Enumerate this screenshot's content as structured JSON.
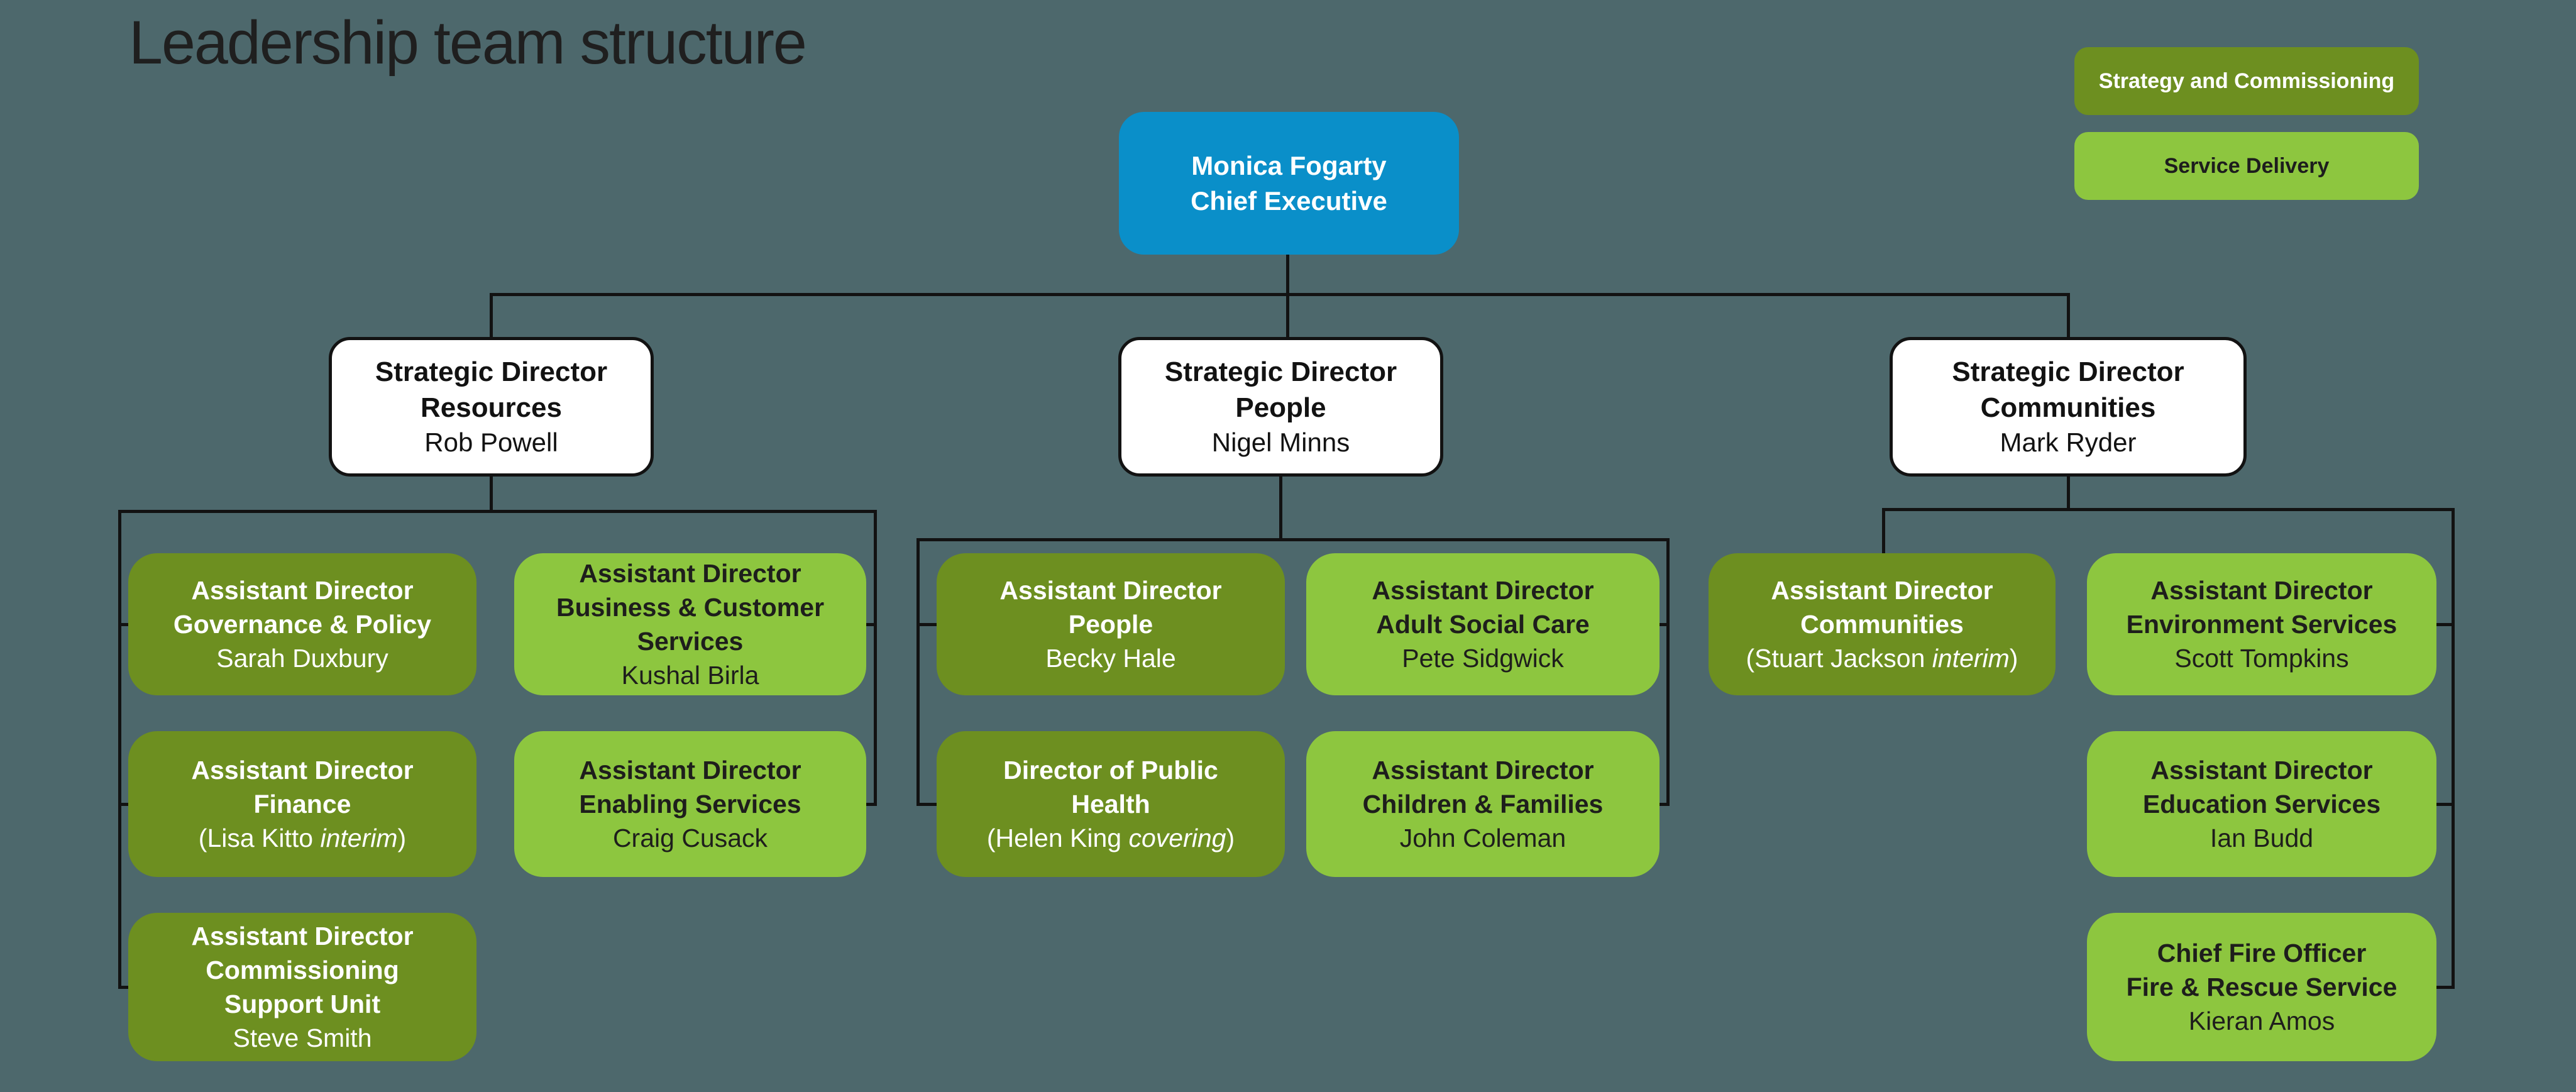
{
  "title": "Leadership team structure",
  "colors": {
    "background": "#4d686c",
    "strategy_commissioning": "#6d8f20",
    "service_delivery": "#8dc63f",
    "chief_executive": "#0a8fc9",
    "connector": "#121212"
  },
  "legend": {
    "strategy": "Strategy and Commissioning",
    "service": "Service Delivery"
  },
  "boxes": {
    "ce": {
      "title": "Monica Fogarty\nChief Executive"
    },
    "dir_resources": {
      "title": "Strategic Director\nResources",
      "name_pre": "Rob Powell"
    },
    "dir_people": {
      "title": "Strategic Director\nPeople",
      "name_pre": "Nigel Minns"
    },
    "dir_communities": {
      "title": "Strategic Director\nCommunities",
      "name_pre": "Mark Ryder"
    },
    "res_governance": {
      "title": "Assistant Director\nGovernance & Policy",
      "name_pre": "Sarah Duxbury"
    },
    "res_business": {
      "title": "Assistant Director\nBusiness & Customer\nServices",
      "name_pre": "Kushal Birla"
    },
    "res_finance": {
      "title": "Assistant Director\nFinance",
      "name_pre": "(Lisa Kitto ",
      "name_it": "interim",
      "name_post": ")"
    },
    "res_enabling": {
      "title": "Assistant Director\nEnabling Services",
      "name_pre": "Craig Cusack"
    },
    "res_commissioning": {
      "title": "Assistant Director\nCommissioning\nSupport Unit",
      "name_pre": "Steve Smith"
    },
    "ppl_people": {
      "title": "Assistant Director\nPeople",
      "name_pre": "Becky Hale"
    },
    "ppl_adult": {
      "title": "Assistant Director\nAdult Social Care",
      "name_pre": "Pete Sidgwick"
    },
    "ppl_health": {
      "title": "Director of Public\nHealth",
      "name_pre": "(Helen King ",
      "name_it": "covering",
      "name_post": ")"
    },
    "ppl_children": {
      "title": "Assistant Director\nChildren & Families",
      "name_pre": "John Coleman"
    },
    "com_communities": {
      "title": "Assistant Director\nCommunities",
      "name_pre": "(Stuart Jackson ",
      "name_it": "interim",
      "name_post": ")"
    },
    "com_environment": {
      "title": "Assistant Director\nEnvironment Services",
      "name_pre": "Scott Tompkins"
    },
    "com_education": {
      "title": "Assistant Director\nEducation Services",
      "name_pre": "Ian Budd"
    },
    "com_fire": {
      "title": "Chief Fire Officer\nFire & Rescue Service",
      "name_pre": "Kieran Amos"
    }
  }
}
